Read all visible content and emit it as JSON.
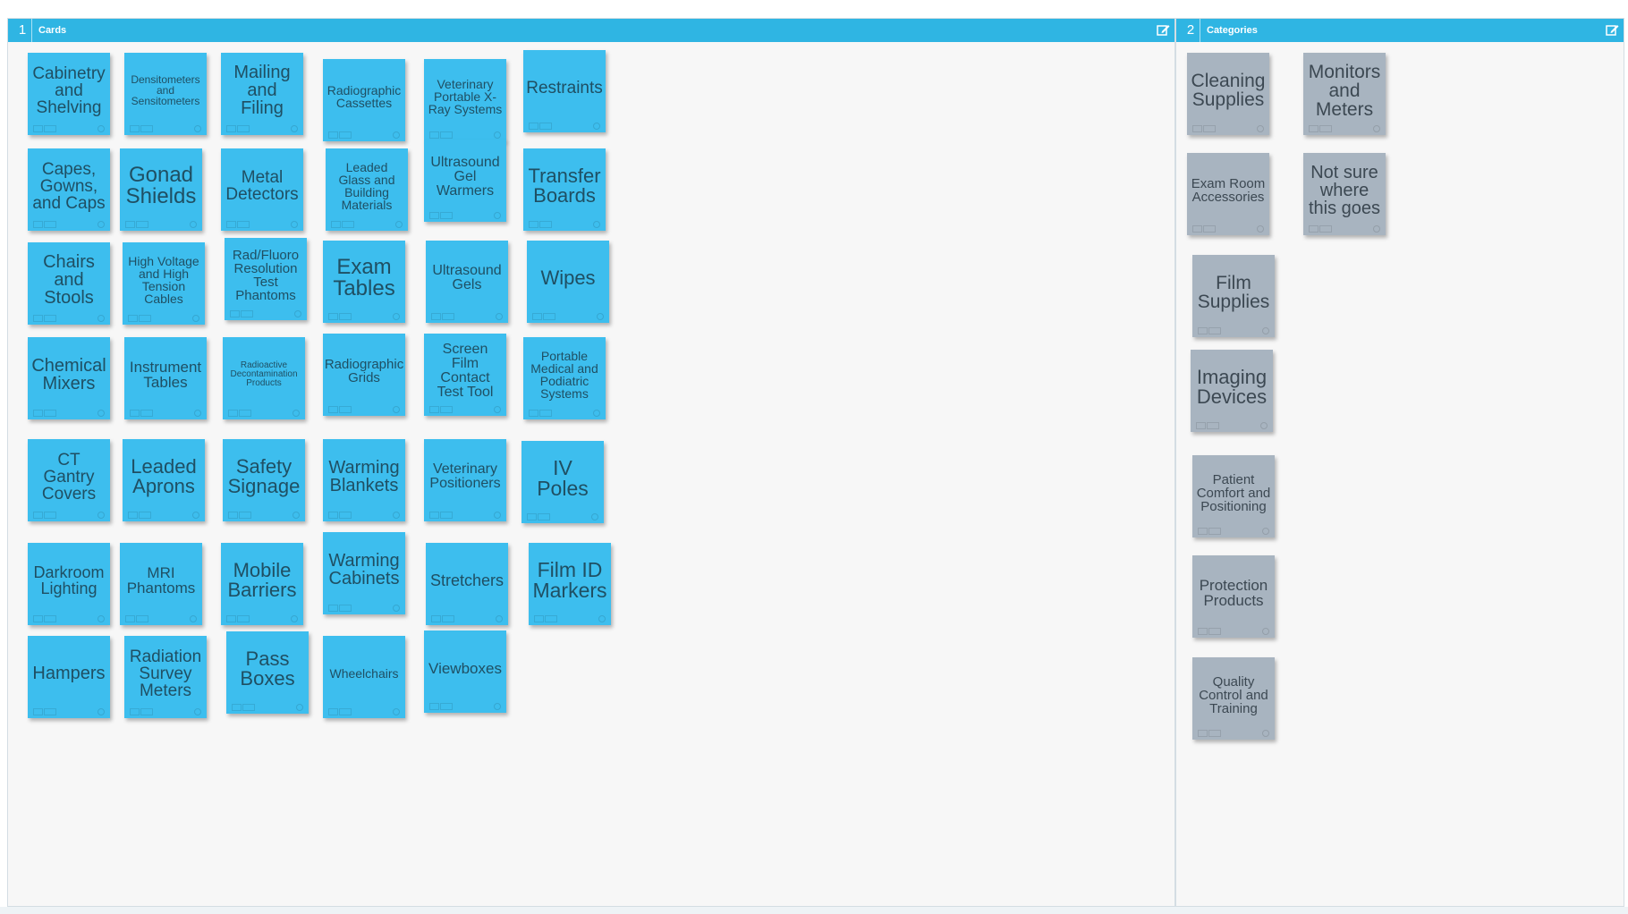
{
  "panels": {
    "cards": {
      "number": "1",
      "title": "Cards"
    },
    "categories": {
      "number": "2",
      "title": "Categories"
    }
  },
  "cards": [
    "Cabinetry and Shelving",
    "Densitometers and Sensitometers",
    "Mailing and Filing",
    "Radiographic Cassettes",
    "Veterinary Portable X-Ray Systems",
    "Restraints",
    "Capes, Gowns, and Caps",
    "Gonad Shields",
    "Metal Detectors",
    "Leaded Glass and Building Materials",
    "Ultrasound Gel Warmers",
    "Transfer Boards",
    "Chairs and Stools",
    "High Voltage and High Tension Cables",
    "Rad/Fluoro Resolution Test Phantoms",
    "Exam Tables",
    "Ultrasound Gels",
    "Wipes",
    "Chemical Mixers",
    "Instrument Tables",
    "Radioactive Decontamination Products",
    "Radiographic Grids",
    "Screen Film Contact Test Tool",
    "Portable Medical and Podiatric Systems",
    "CT Gantry Covers",
    "Leaded Aprons",
    "Safety Signage",
    "Warming Blankets",
    "Veterinary Positioners",
    "IV Poles",
    "Darkroom Lighting",
    "MRI Phantoms",
    "Mobile Barriers",
    "Warming Cabinets",
    "Stretchers",
    "Film ID Markers",
    "Hampers",
    "Radiation Survey Meters",
    "Pass Boxes",
    "Wheelchairs",
    "Viewboxes"
  ],
  "categories": [
    "Cleaning Supplies",
    "Monitors and Meters",
    "Exam Room Accessories",
    "Not sure where this goes",
    "Film Supplies",
    "Imaging Devices",
    "Patient Comfort and Positioning",
    "Protection Products",
    "Quality Control and Training"
  ],
  "colors": {
    "accent": "#2fb5e3",
    "card": "#3dbeee",
    "category": "#a8b4c0"
  }
}
